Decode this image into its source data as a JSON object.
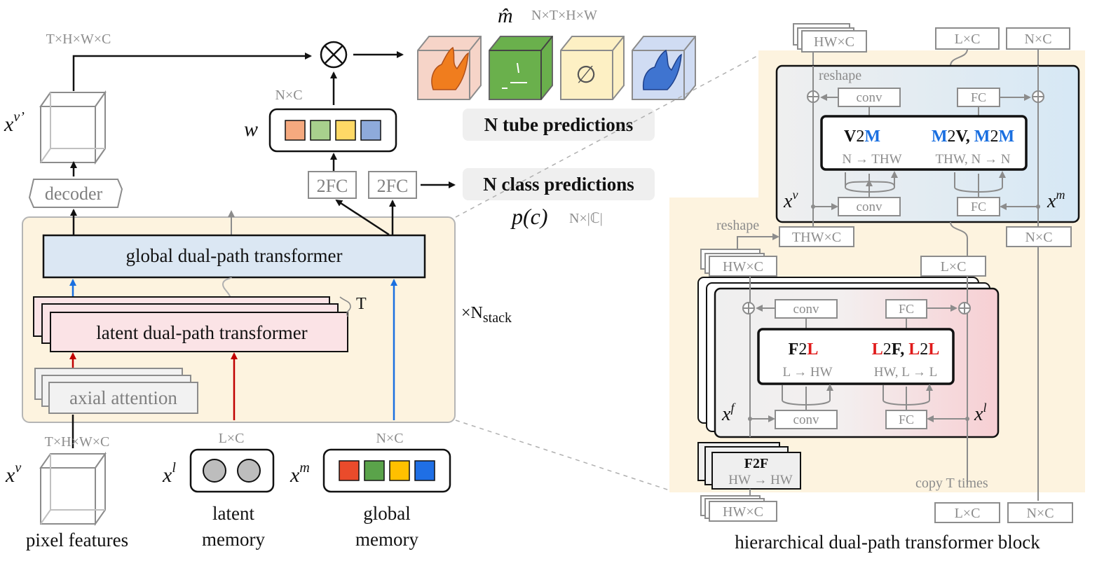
{
  "left": {
    "pixel_shape_top": "T×H×W×C",
    "pixel_shape_bottom": "T×H×W×C",
    "xv_prime": "x",
    "xv_prime_sup": "v’",
    "decoder": "decoder",
    "w_label": "w",
    "nc_label": "N×C",
    "fc1": "2FC",
    "fc2": "2FC",
    "global_transformer": "global dual-path transformer",
    "latent_transformer": "latent dual-path transformer",
    "axial_attention": "axial attention",
    "t_label": "T",
    "nstack": "×N",
    "nstack_sub": "stack",
    "xv_label": "x",
    "xv_sup": "v",
    "xl_label": "x",
    "xl_sup": "l",
    "xm_label": "x",
    "xm_sup": "m",
    "lc_label": "L×C",
    "nc2_label": "N×C",
    "pixel_features": "pixel features",
    "latent_memory_1": "latent",
    "latent_memory_2": "memory",
    "global_memory_1": "global",
    "global_memory_2": "memory"
  },
  "center": {
    "mhat": "m̂",
    "mhat_shape": "N×T×H×W",
    "tube_predictions": "N tube predictions",
    "class_predictions": "N class predictions",
    "pc": "p(c)",
    "pc_shape": "N×|ℂ|",
    "empty_set": "∅"
  },
  "right": {
    "title": "hierarchical dual-path transformer block",
    "hw_c_top": "HW×C",
    "lc_top": "L×C",
    "nc_top": "N×C",
    "reshape_top": "reshape",
    "conv_a": "conv",
    "fc_a": "FC",
    "conv_b": "conv",
    "fc_b": "FC",
    "v2m_1": "V",
    "v2m_2": "2",
    "v2m_3": "M",
    "v2m_sub": "N → THW",
    "m2v_1": "M",
    "m2v_2": "2",
    "m2v_3": "V",
    "m2v_4": ", ",
    "m2v_5": "M",
    "m2v_6": "2",
    "m2v_7": "M",
    "m2v_sub": "THW, N → N",
    "xv": "x",
    "xv_sup": "v",
    "xm": "x",
    "xm_sup": "m",
    "reshape_mid": "reshape",
    "thw_c": "THW×C",
    "hw_c_mid": "HW×C",
    "lc_mid": "L×C",
    "nc_mid": "N×C",
    "conv_c": "conv",
    "fc_c": "FC",
    "conv_d": "conv",
    "fc_d": "FC",
    "f2l_1": "F",
    "f2l_2": "2",
    "f2l_3": "L",
    "f2l_sub": "L → HW",
    "l2f_1": "L",
    "l2f_2": "2",
    "l2f_3": "F",
    "l2f_4": ", ",
    "l2f_5": "L",
    "l2f_6": "2",
    "l2f_7": "L",
    "l2f_sub": "HW, L → L",
    "xf": "x",
    "xf_sup": "f",
    "xl": "x",
    "xl_sup": "l",
    "f2f": "F2F",
    "f2f_sub": "HW → HW",
    "copy_t": "copy T times",
    "hw_c_bottom": "HW×C",
    "lc_bottom": "L×C",
    "nc_bottom": "N×C"
  },
  "colors": {
    "blue_accent": "#1a6fe0",
    "red_accent": "#e01a1a",
    "beige_panel": "#fdf3df",
    "pink_block": "#fbe3e6",
    "blue_block": "#dbe7f3",
    "memory_orange": "#f5a97f",
    "memory_green": "#a8d08d",
    "memory_yellow": "#ffd966",
    "memory_blue": "#8eaadb",
    "gm_red": "#ea4b2b",
    "gm_green": "#5aa34a",
    "gm_yellow": "#ffc000",
    "gm_blue": "#1f6fe5"
  }
}
